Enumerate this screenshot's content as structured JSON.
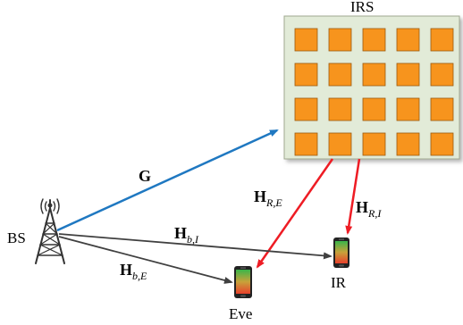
{
  "labels": {
    "irs": "IRS",
    "bs": "BS",
    "eve": "Eve",
    "ir": "IR"
  },
  "channels": {
    "G": {
      "symbol": "G",
      "subscript": ""
    },
    "H_RE": {
      "symbol": "H",
      "subscript": "R,E"
    },
    "H_RI": {
      "symbol": "H",
      "subscript": "R,I"
    },
    "H_bI": {
      "symbol": "H",
      "subscript": "b,I"
    },
    "H_bE": {
      "symbol": "H",
      "subscript": "b,E"
    }
  },
  "irs_grid": {
    "rows": 4,
    "cols": 5
  },
  "colors": {
    "irs_panel": "#e2ebd8",
    "irs_element": "#f7941d",
    "arrow_G": "#1f78c1",
    "arrow_irs": "#ee1c24",
    "arrow_direct": "#404040",
    "tower": "#333333"
  }
}
